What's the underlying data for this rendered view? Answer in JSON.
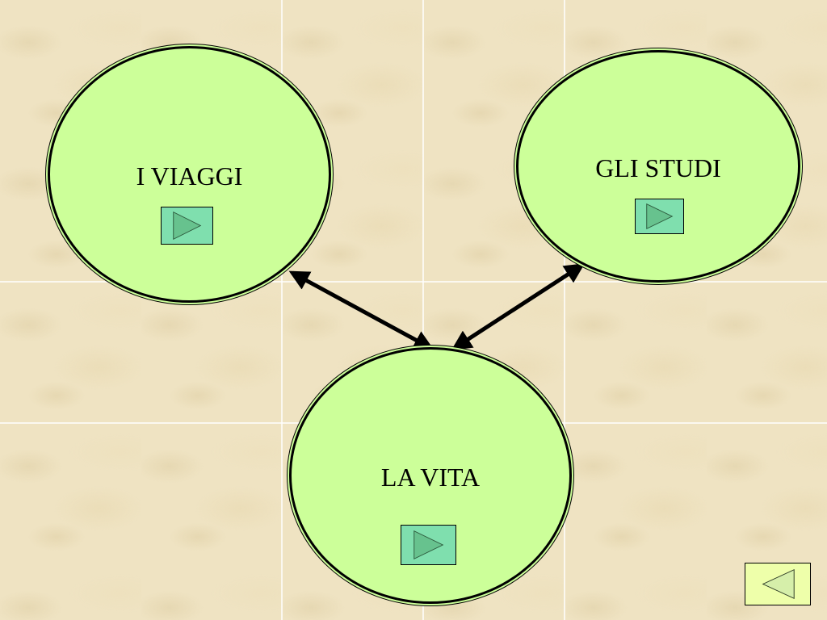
{
  "slide": {
    "background_color": "#efe3c2",
    "circle_fill": "#ccff99",
    "button_fill": "#7fdfae",
    "back_button_fill": "#eeffaa"
  },
  "nodes": {
    "viaggi": {
      "label": "I VIAGGI",
      "button_icon": "play-triangle-icon"
    },
    "studi": {
      "label": "GLI STUDI",
      "button_icon": "play-triangle-icon"
    },
    "vita": {
      "label": "LA VITA",
      "button_icon": "play-triangle-icon"
    }
  },
  "connections": [
    {
      "from": "vita",
      "to": "viaggi",
      "direction": "both"
    },
    {
      "from": "vita",
      "to": "studi",
      "direction": "both"
    }
  ],
  "navigation": {
    "back_icon": "back-triangle-icon"
  }
}
